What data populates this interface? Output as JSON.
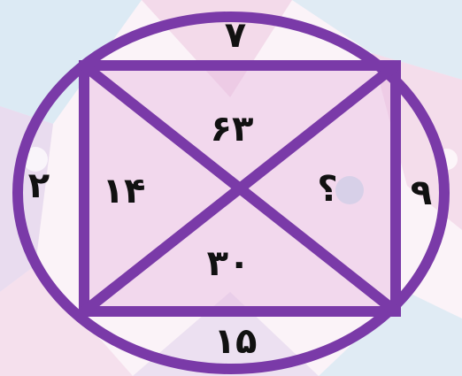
{
  "puzzle": {
    "top_outer": "۷",
    "left_outer": "۲",
    "right_outer": "۹",
    "bottom_outer": "۱۵",
    "top_triangle": "۶۳",
    "left_triangle": "۱۴",
    "right_triangle": "؟",
    "bottom_triangle": "۳۰"
  },
  "colors": {
    "frame": "#7a3aa8",
    "text": "#111111",
    "bg_pink": "#f1d3e6",
    "bg_blue": "#cfe6f2",
    "bg_purple": "#ddcdea"
  }
}
